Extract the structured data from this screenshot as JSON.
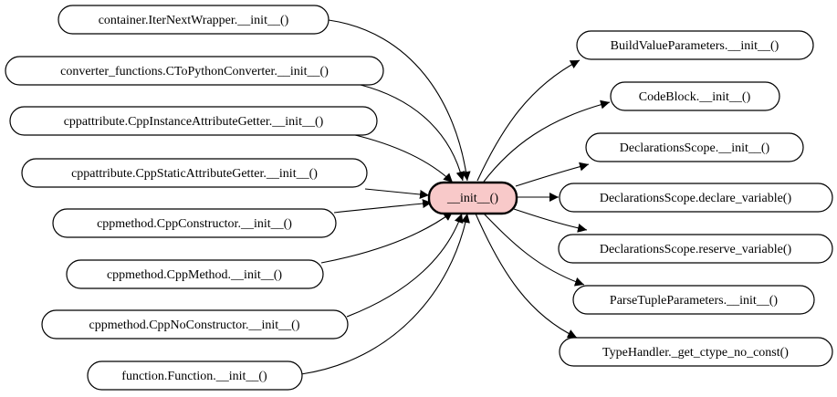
{
  "graph": {
    "center": {
      "id": "init",
      "label": "__init__()"
    },
    "callers": [
      {
        "id": "c1",
        "label": "container.IterNextWrapper.__init__()"
      },
      {
        "id": "c2",
        "label": "converter_functions.CToPythonConverter.__init__()"
      },
      {
        "id": "c3",
        "label": "cppattribute.CppInstanceAttributeGetter.__init__()"
      },
      {
        "id": "c4",
        "label": "cppattribute.CppStaticAttributeGetter.__init__()"
      },
      {
        "id": "c5",
        "label": "cppmethod.CppConstructor.__init__()"
      },
      {
        "id": "c6",
        "label": "cppmethod.CppMethod.__init__()"
      },
      {
        "id": "c7",
        "label": "cppmethod.CppNoConstructor.__init__()"
      },
      {
        "id": "c8",
        "label": "function.Function.__init__()"
      }
    ],
    "callees": [
      {
        "id": "e1",
        "label": "BuildValueParameters.__init__()"
      },
      {
        "id": "e2",
        "label": "CodeBlock.__init__()"
      },
      {
        "id": "e3",
        "label": "DeclarationsScope.__init__()"
      },
      {
        "id": "e4",
        "label": "DeclarationsScope.declare_variable()"
      },
      {
        "id": "e5",
        "label": "DeclarationsScope.reserve_variable()"
      },
      {
        "id": "e6",
        "label": "ParseTupleParameters.__init__()"
      },
      {
        "id": "e7",
        "label": "TypeHandler._get_ctype_no_const()"
      }
    ]
  }
}
